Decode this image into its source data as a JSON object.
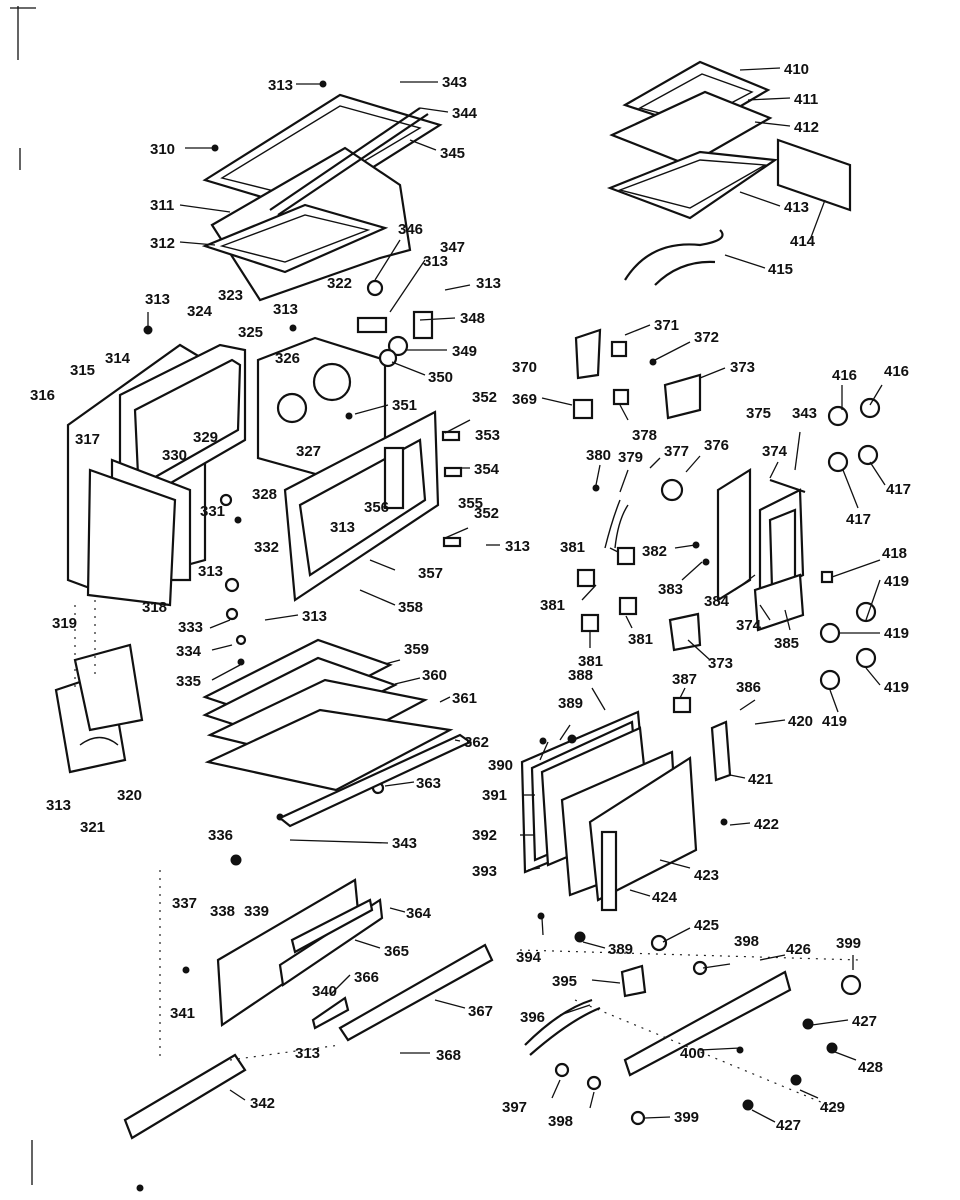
{
  "diagram": {
    "part_numbers": {
      "p313_top": "313",
      "p343_top": "343",
      "p344": "344",
      "p310": "310",
      "p345": "345",
      "p311": "311",
      "p312": "312",
      "p346": "346",
      "p347": "347",
      "p313_b": "313",
      "p313_c": "313",
      "p313_d": "313",
      "p323": "323",
      "p322": "322",
      "p313_e": "313",
      "p324": "324",
      "p325": "325",
      "p326": "326",
      "p348": "348",
      "p349": "349",
      "p350": "350",
      "p314": "314",
      "p315": "315",
      "p316": "316",
      "p351": "351",
      "p352_a": "352",
      "p329": "329",
      "p330": "330",
      "p327": "327",
      "p353": "353",
      "p354": "354",
      "p317": "317",
      "p328": "328",
      "p356": "356",
      "p355": "355",
      "p331": "331",
      "p313_f": "313",
      "p352_b": "352",
      "p313_g": "313",
      "p332": "332",
      "p313_h": "313",
      "p357": "357",
      "p358": "358",
      "p318": "318",
      "p333": "333",
      "p313_i": "313",
      "p319": "319",
      "p334": "334",
      "p335": "335",
      "p359": "359",
      "p360": "360",
      "p361": "361",
      "p362": "362",
      "p363": "363",
      "p343_b": "343",
      "p313_j": "313",
      "p320": "320",
      "p321": "321",
      "p336": "336",
      "p337": "337",
      "p338": "338",
      "p339": "339",
      "p364": "364",
      "p365": "365",
      "p340": "340",
      "p366": "366",
      "p341": "341",
      "p313_k": "313",
      "p367": "367",
      "p368": "368",
      "p342": "342",
      "p410": "410",
      "p411": "411",
      "p412": "412",
      "p413": "413",
      "p414": "414",
      "p415": "415",
      "p371": "371",
      "p372": "372",
      "p370": "370",
      "p373_a": "373",
      "p369": "369",
      "p378": "378",
      "p416_a": "416",
      "p416_b": "416",
      "p375": "375",
      "p343_c": "343",
      "p417_a": "417",
      "p417_b": "417",
      "p380": "380",
      "p379": "379",
      "p377": "377",
      "p376": "376",
      "p374_a": "374",
      "p381_a": "381",
      "p382": "382",
      "p418": "418",
      "p383": "383",
      "p384": "384",
      "p381_b": "381",
      "p374_b": "374",
      "p419_a": "419",
      "p381_c": "381",
      "p385": "385",
      "p419_b": "419",
      "p381_d": "381",
      "p373_b": "373",
      "p419_c": "419",
      "p419_d": "419",
      "p388": "388",
      "p387": "387",
      "p386": "386",
      "p389_a": "389",
      "p420": "420",
      "p390": "390",
      "p391": "391",
      "p421": "421",
      "p392": "392",
      "p422": "422",
      "p393": "393",
      "p423": "423",
      "p424": "424",
      "p394": "394",
      "p389_b": "389",
      "p425": "425",
      "p398_a": "398",
      "p426": "426",
      "p399_a": "399",
      "p395": "395",
      "p396": "396",
      "p427_a": "427",
      "p400": "400",
      "p428": "428",
      "p397": "397",
      "p398_b": "398",
      "p399_b": "399",
      "p429": "429",
      "p427_b": "427"
    }
  }
}
